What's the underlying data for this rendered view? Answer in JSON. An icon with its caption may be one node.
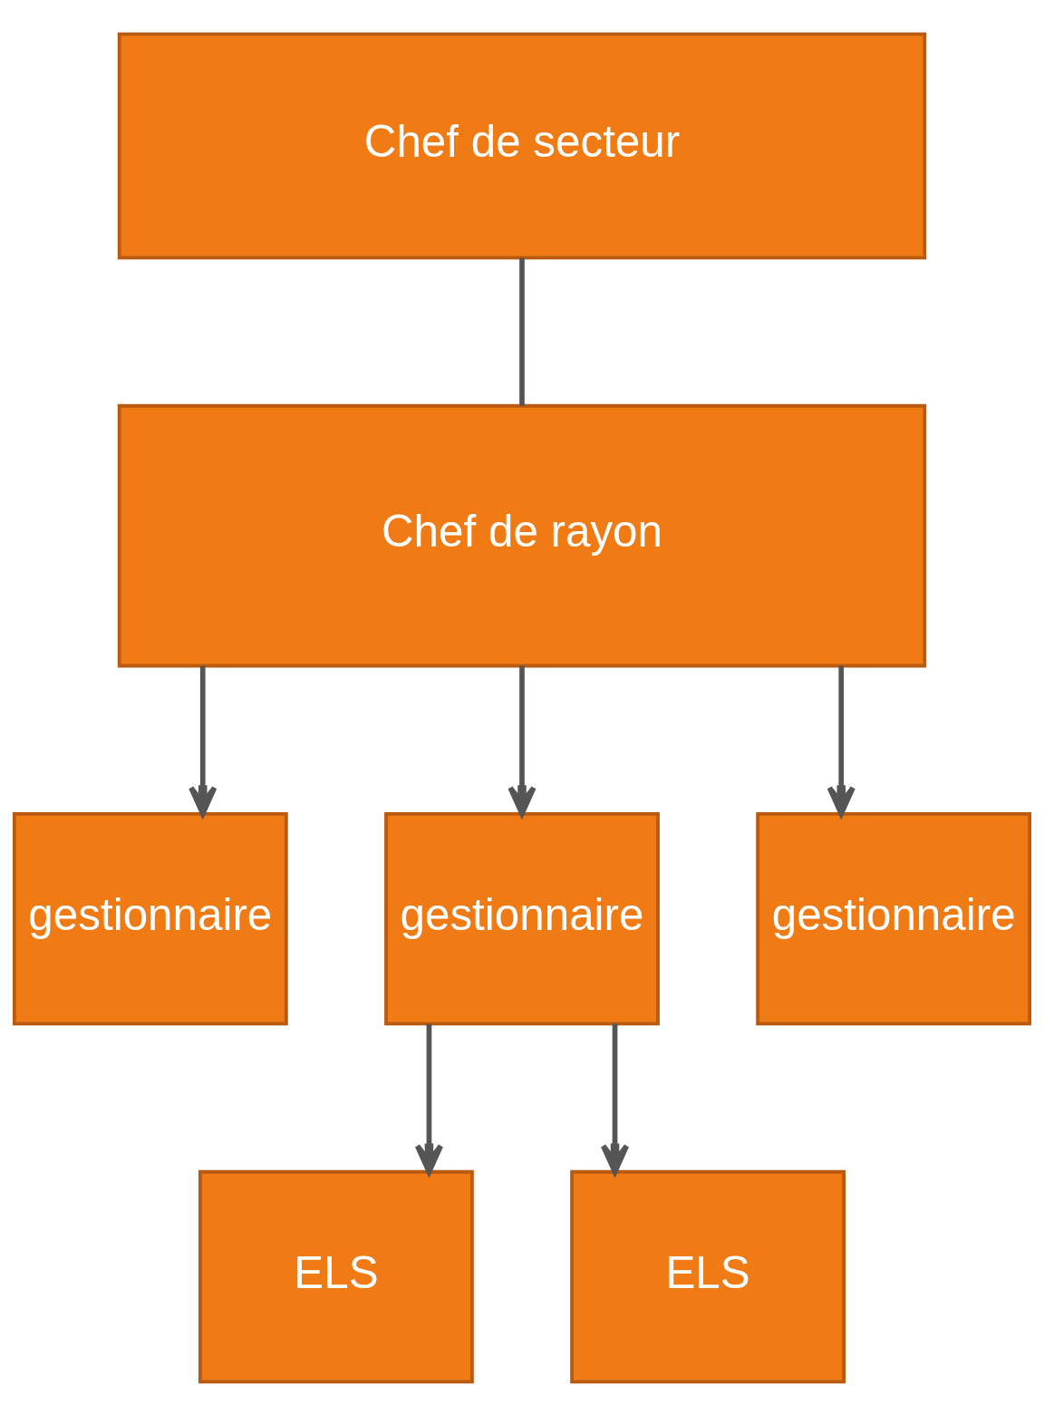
{
  "diagram": {
    "nodes": [
      {
        "text": [
          "Chef de secteur"
        ]
      },
      {
        "text": [
          "Chef de rayon"
        ]
      },
      {
        "text": [
          "gestionnaire"
        ]
      },
      {
        "text": [
          "gestionnaire"
        ]
      },
      {
        "text": [
          "gestionnaire"
        ]
      },
      {
        "text": [
          "ELS"
        ]
      },
      {
        "text": [
          "ELS"
        ]
      }
    ],
    "edges": [
      {
        "from": 0,
        "to": 1,
        "arrow": "none"
      },
      {
        "from": 1,
        "to": 2,
        "arrow": "to"
      },
      {
        "from": 1,
        "to": 3,
        "arrow": "to"
      },
      {
        "from": 1,
        "to": 4,
        "arrow": "to"
      },
      {
        "from": 3,
        "to": 5,
        "arrow": "to"
      },
      {
        "from": 3,
        "to": 6,
        "arrow": "to"
      }
    ]
  }
}
